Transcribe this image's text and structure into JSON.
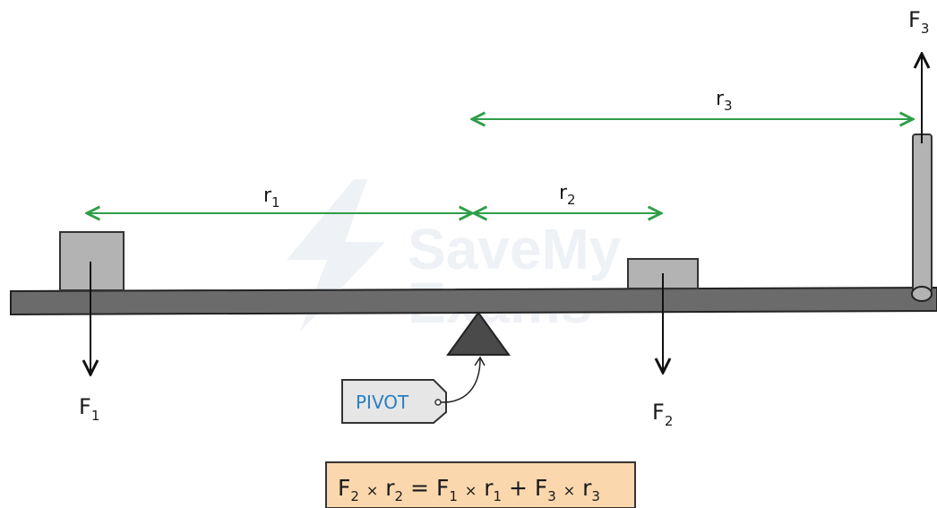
{
  "watermark": {
    "line1": "SaveMy",
    "line2": "Exams"
  },
  "forces": {
    "f1": {
      "letter": "F",
      "sub": "1"
    },
    "f2": {
      "letter": "F",
      "sub": "2"
    },
    "f3": {
      "letter": "F",
      "sub": "3"
    }
  },
  "distances": {
    "r1": {
      "letter": "r",
      "sub": "1"
    },
    "r2": {
      "letter": "r",
      "sub": "2"
    },
    "r3": {
      "letter": "r",
      "sub": "3"
    }
  },
  "pivot_tag": {
    "label": "PIVOT"
  },
  "equation": {
    "lhs_f": "F",
    "lhs_f_sub": "2",
    "times1": "×",
    "lhs_r": "r",
    "lhs_r_sub": "2",
    "equals": "=",
    "t1_f": "F",
    "t1_f_sub": "1",
    "times2": "×",
    "t1_r": "r",
    "t1_r_sub": "1",
    "plus": "+",
    "t2_f": "F",
    "t2_f_sub": "3",
    "times3": "×",
    "t2_r": "r",
    "t2_r_sub": "3"
  },
  "colors": {
    "beam": "#6b6b6b",
    "block": "#b3b3b3",
    "pivot": "#4a4a4a",
    "distance_arrow": "#2e9e47",
    "force_arrow": "#111111",
    "tag_fill": "#e6e6e6",
    "tag_text": "#2b7fc0",
    "equation_fill": "#fbd7ad"
  }
}
